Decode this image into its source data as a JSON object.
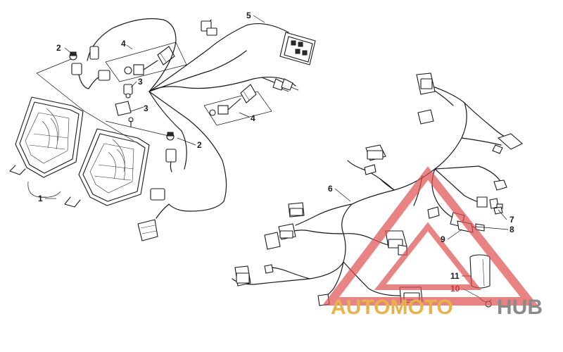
{
  "callouts": {
    "c1": "1",
    "c2a": "2",
    "c2b": "2",
    "c3a": "3",
    "c3b": "3",
    "c4a": "4",
    "c4b": "4",
    "c5": "5",
    "c6": "6",
    "c7": "7",
    "c8": "8",
    "c9": "9",
    "c10": "10",
    "c11": "11"
  },
  "watermark": {
    "part_a": "AUTOMOTO",
    "part_b": "HUB",
    "color_a": "#e8b24a",
    "color_b": "#8a8a8a",
    "logo_color": "#e05050"
  }
}
